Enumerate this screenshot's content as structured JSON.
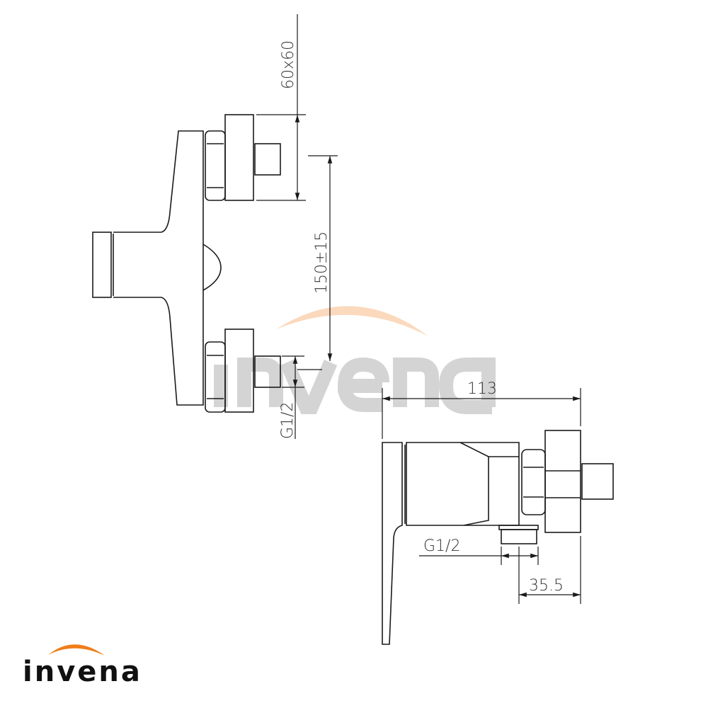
{
  "brand": {
    "name": "invena",
    "accent_color": "#f07d1a",
    "watermark_color": "#d4d4d4"
  },
  "front_view": {
    "dimensions": {
      "flange_size": "60x60",
      "spacing": "150±15",
      "thread": "G1/2"
    }
  },
  "side_view": {
    "dimensions": {
      "depth": "113",
      "thread": "G1/2",
      "offset": "35.5"
    }
  }
}
